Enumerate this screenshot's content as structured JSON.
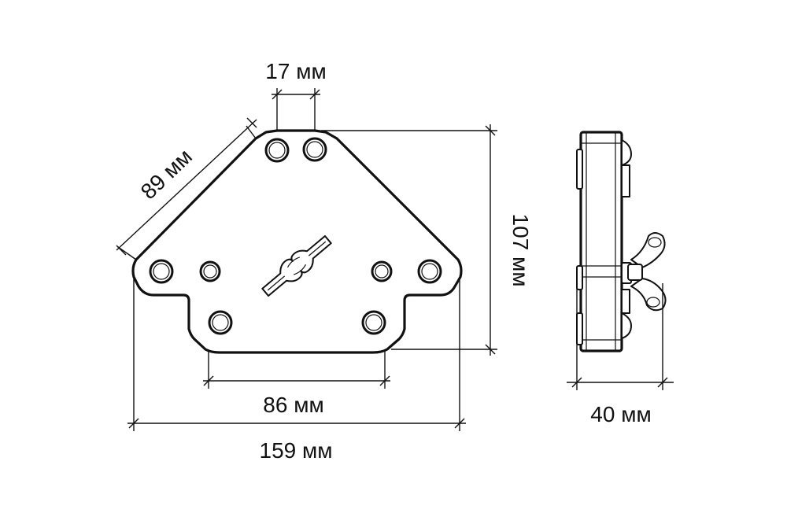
{
  "dimensions": {
    "top_width": "17 мм",
    "side_length": "89 мм",
    "height": "107 мм",
    "inner_width": "86 мм",
    "total_width": "159 мм",
    "thickness": "40 мм"
  },
  "colors": {
    "line": "#111111",
    "background": "#ffffff"
  }
}
